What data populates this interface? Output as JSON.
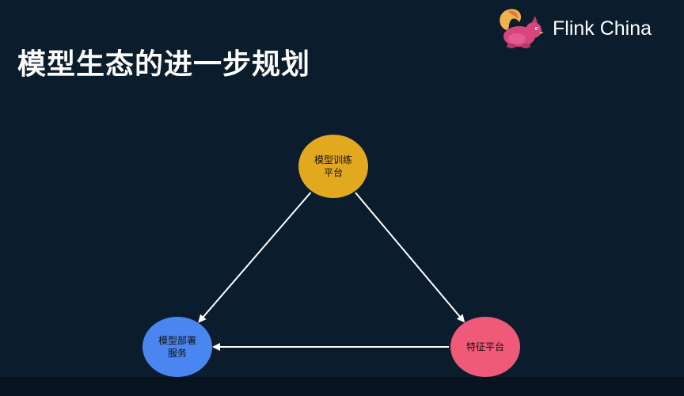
{
  "slide": {
    "title": "模型生态的进一步规划"
  },
  "logo": {
    "text": "Flink China",
    "icon": "squirrel-icon"
  },
  "diagram": {
    "nodes": [
      {
        "id": "training",
        "lines": [
          "模型训练",
          "平台"
        ],
        "color": "#e2a91f"
      },
      {
        "id": "deploy",
        "lines": [
          "模型部署",
          "服务"
        ],
        "color": "#4a86f0"
      },
      {
        "id": "feature",
        "lines": [
          "特征平台"
        ],
        "color": "#ee5a78"
      }
    ],
    "edges": [
      {
        "from": "training",
        "to": "deploy"
      },
      {
        "from": "training",
        "to": "feature"
      },
      {
        "from": "feature",
        "to": "deploy"
      }
    ],
    "edge_color": "#ffffff"
  }
}
